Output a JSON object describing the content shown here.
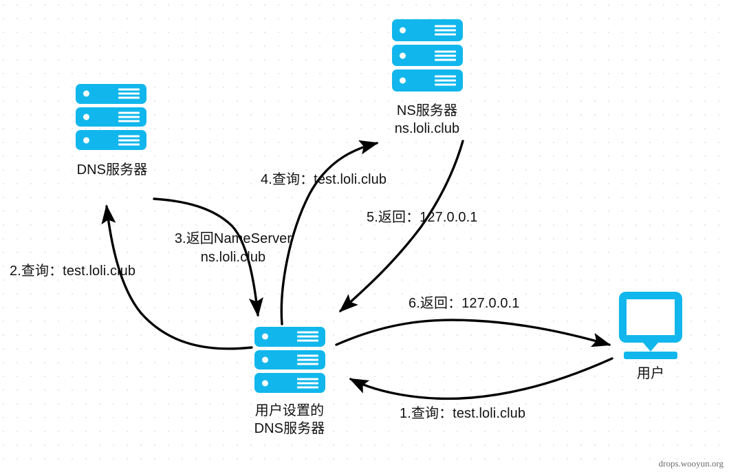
{
  "diagram": {
    "title": "DNS resolution flow",
    "accent_color": "#11b7ec",
    "text_color": "#111111",
    "background_color": "#ffffff",
    "dot_grid_color": "#e8e8ec"
  },
  "nodes": [
    {
      "id": "dns-server",
      "icon": "server-icon",
      "label": "DNS服务器"
    },
    {
      "id": "ns-server",
      "icon": "server-icon",
      "label": "NS服务器\nns.loli.club"
    },
    {
      "id": "local-dns-server",
      "icon": "server-icon",
      "label": "用户设置的\nDNS服务器"
    },
    {
      "id": "user",
      "icon": "monitor-icon",
      "label": "用户"
    }
  ],
  "edges": [
    {
      "id": "edge-1",
      "label": "1.查询：test.loli.club",
      "from": "user",
      "to": "local-dns-server"
    },
    {
      "id": "edge-2",
      "label": "2.查询：test.loli.club",
      "from": "local-dns-server",
      "to": "dns-server"
    },
    {
      "id": "edge-3",
      "label": "3.返回NameServer\nns.loli.club",
      "from": "dns-server",
      "to": "local-dns-server"
    },
    {
      "id": "edge-4",
      "label": "4.查询：test.loli.club",
      "from": "local-dns-server",
      "to": "ns-server"
    },
    {
      "id": "edge-5",
      "label": "5.返回：127.0.0.1",
      "from": "ns-server",
      "to": "local-dns-server"
    },
    {
      "id": "edge-6",
      "label": "6.返回：127.0.0.1",
      "from": "local-dns-server",
      "to": "user"
    }
  ],
  "watermark": "drops.wooyun.org"
}
